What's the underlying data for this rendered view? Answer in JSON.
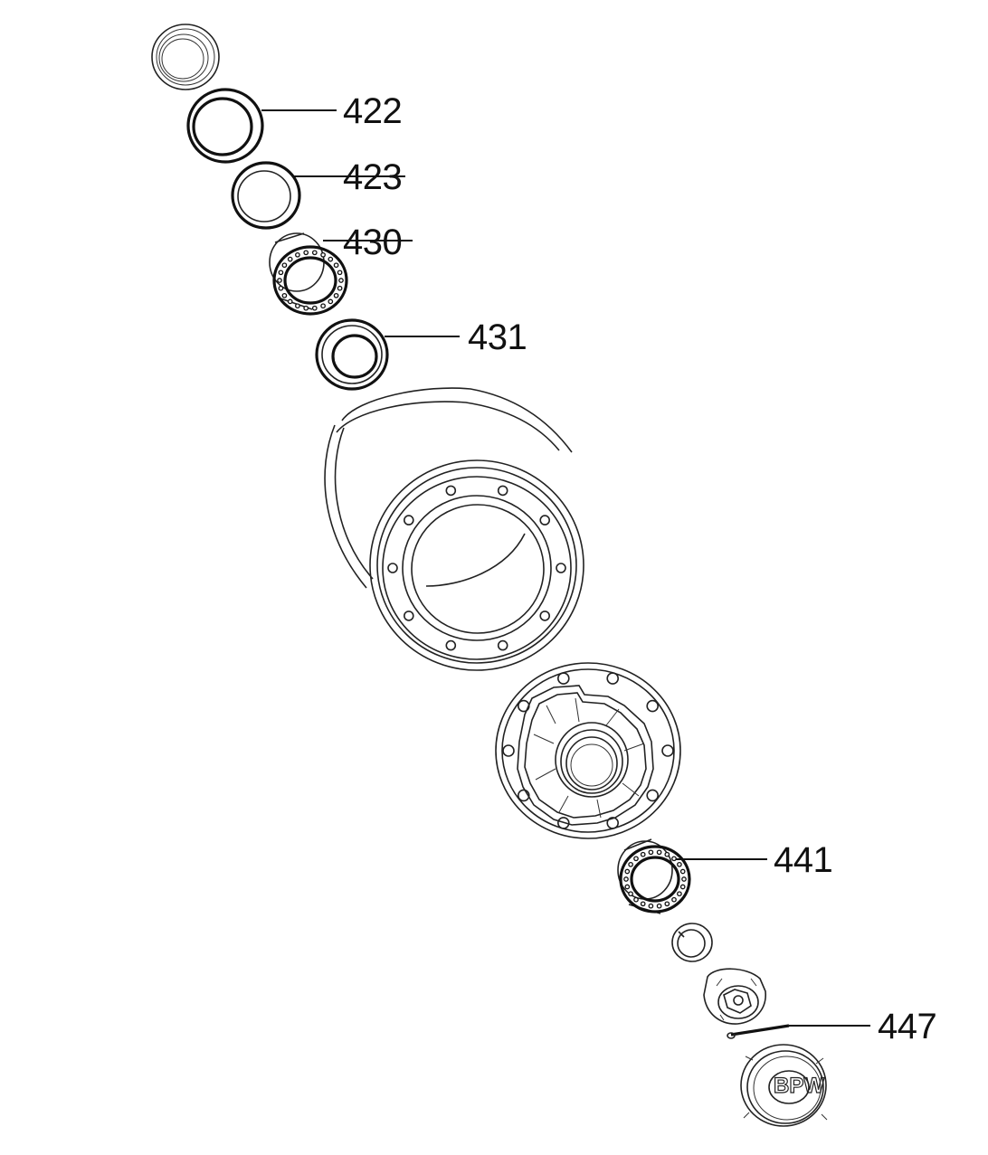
{
  "diagram": {
    "type": "exploded parts drawing",
    "line_color": "#111111",
    "background": "#ffffff",
    "callouts": [
      {
        "id": "422",
        "label": "422"
      },
      {
        "id": "423",
        "label": "423"
      },
      {
        "id": "430",
        "label": "430"
      },
      {
        "id": "431",
        "label": "431"
      },
      {
        "id": "441",
        "label": "441"
      },
      {
        "id": "447",
        "label": "447"
      }
    ],
    "hub_cap_logo": "BPW"
  }
}
